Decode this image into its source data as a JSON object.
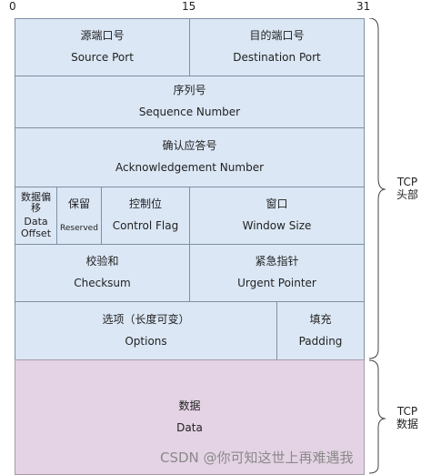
{
  "bits": {
    "start": "0",
    "middle": "15",
    "end": "31"
  },
  "fields": {
    "source_port": {
      "cn": "源端口号",
      "en": "Source Port"
    },
    "destination_port": {
      "cn": "目的端口号",
      "en": "Destination Port"
    },
    "sequence_number": {
      "cn": "序列号",
      "en": "Sequence Number"
    },
    "ack_number": {
      "cn": "确认应答号",
      "en": "Acknowledgement Number"
    },
    "data_offset": {
      "cn": "数据偏移",
      "en": "Data Offset"
    },
    "reserved": {
      "cn": "保留",
      "en": "Reserved"
    },
    "control_flag": {
      "cn": "控制位",
      "en": "Control Flag"
    },
    "window_size": {
      "cn": "窗口",
      "en": "Window Size"
    },
    "checksum": {
      "cn": "校验和",
      "en": "Checksum"
    },
    "urgent_pointer": {
      "cn": "紧急指针",
      "en": "Urgent Pointer"
    },
    "options": {
      "cn": "选项（长度可变）",
      "en": "Options"
    },
    "padding": {
      "cn": "填充",
      "en": "Padding"
    },
    "data": {
      "cn": "数据",
      "en": "Data"
    }
  },
  "labels": {
    "tcp_header": "TCP 头部",
    "tcp_data": "TCP 数据"
  },
  "watermark": "CSDN @你可知这世上再难遇我",
  "colors": {
    "header_fill": "#dbe7f5",
    "data_fill": "#e4d3e4",
    "border": "#7f8fa3"
  }
}
